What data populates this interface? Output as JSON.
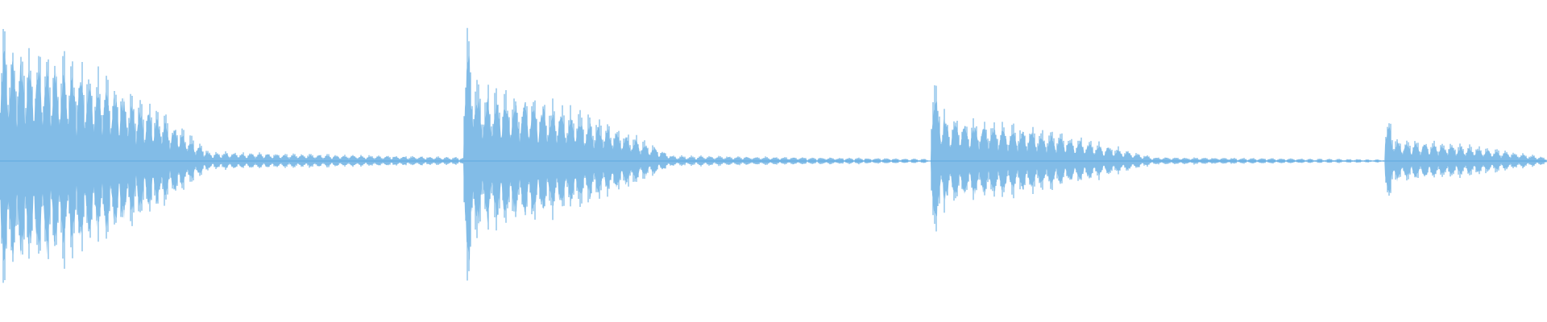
{
  "waveform": {
    "color": "#5ea9e0",
    "background": "#ffffff",
    "duration_fraction": 1.0,
    "hits": [
      {
        "start": 0.0,
        "peak": 0.86,
        "body": 0.78,
        "decay_end": 0.135,
        "tail_level": 0.06,
        "tail_end": 0.3,
        "ripple_period": 0.0055
      },
      {
        "start": 0.3,
        "peak": 0.84,
        "body": 0.48,
        "decay_end": 0.435,
        "tail_level": 0.035,
        "tail_end": 0.6,
        "ripple_period": 0.006
      },
      {
        "start": 0.602,
        "peak": 0.52,
        "body": 0.28,
        "decay_end": 0.745,
        "tail_level": 0.025,
        "tail_end": 0.895,
        "ripple_period": 0.0062
      },
      {
        "start": 0.895,
        "peak": 0.26,
        "body": 0.14,
        "decay_end": 1.0,
        "tail_level": 0.02,
        "tail_end": 1.0,
        "ripple_period": 0.0058
      }
    ]
  }
}
